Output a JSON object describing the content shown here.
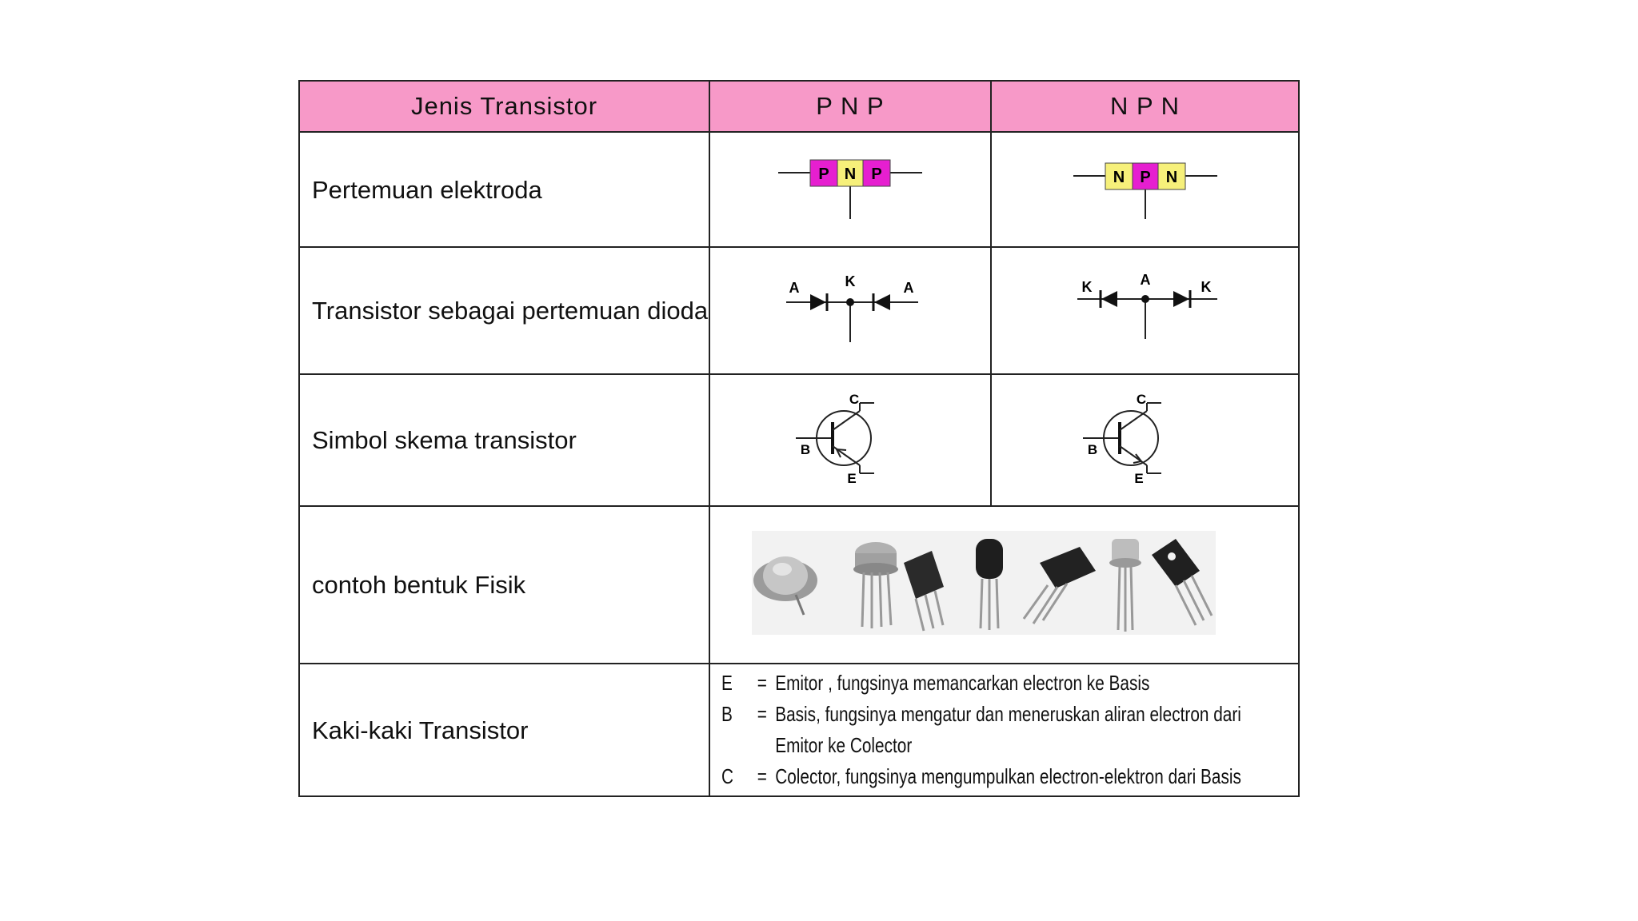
{
  "header": {
    "type_label": "Jenis Transistor",
    "pnp": "P N P",
    "npn": "N P N"
  },
  "rows": {
    "junction": {
      "label": "Pertemuan elektroda",
      "pnp_letters": [
        "P",
        "N",
        "P"
      ],
      "npn_letters": [
        "N",
        "P",
        "N"
      ]
    },
    "diode": {
      "label": "Transistor sebagai pertemuan dioda",
      "pnp_letters": [
        "A",
        "K",
        "A"
      ],
      "npn_letters": [
        "K",
        "A",
        "K"
      ]
    },
    "symbol": {
      "label": "Simbol skema transistor",
      "pins": [
        "C",
        "B",
        "E"
      ]
    },
    "physical": {
      "label": "contoh bentuk Fisik"
    },
    "legs": {
      "label": "Kaki-kaki Transistor",
      "items": [
        {
          "key": "E",
          "eq": "=",
          "text": "Emitor , fungsinya memancarkan electron ke Basis"
        },
        {
          "key": "B",
          "eq": "=",
          "text": "Basis, fungsinya mengatur dan meneruskan aliran electron dari Emitor ke Colector"
        },
        {
          "key": "C",
          "eq": "=",
          "text": "Colector, fungsinya mengumpulkan electron-elektron dari  Basis"
        }
      ]
    }
  },
  "colors": {
    "header_bg": "#f799c8",
    "p_block": "#e61fd0",
    "n_block": "#f6f07a"
  }
}
